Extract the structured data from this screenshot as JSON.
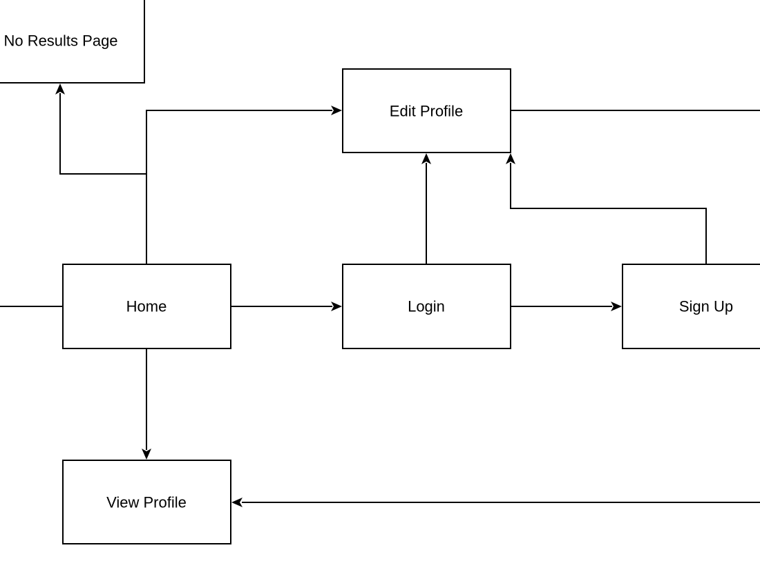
{
  "diagram": {
    "nodes": {
      "no_results": {
        "label": "No Results Page"
      },
      "edit_profile": {
        "label": "Edit Profile"
      },
      "home": {
        "label": "Home"
      },
      "login": {
        "label": "Login"
      },
      "sign_up": {
        "label": "Sign Up"
      },
      "view_profile": {
        "label": "View Profile"
      }
    },
    "edges": [
      {
        "from": "home",
        "to": "no_results"
      },
      {
        "from": "home",
        "to": "edit_profile"
      },
      {
        "from": "home",
        "to": "login"
      },
      {
        "from": "home",
        "to": "view_profile"
      },
      {
        "from": "login",
        "to": "edit_profile"
      },
      {
        "from": "login",
        "to": "sign_up"
      },
      {
        "from": "sign_up",
        "to": "edit_profile"
      }
    ]
  }
}
